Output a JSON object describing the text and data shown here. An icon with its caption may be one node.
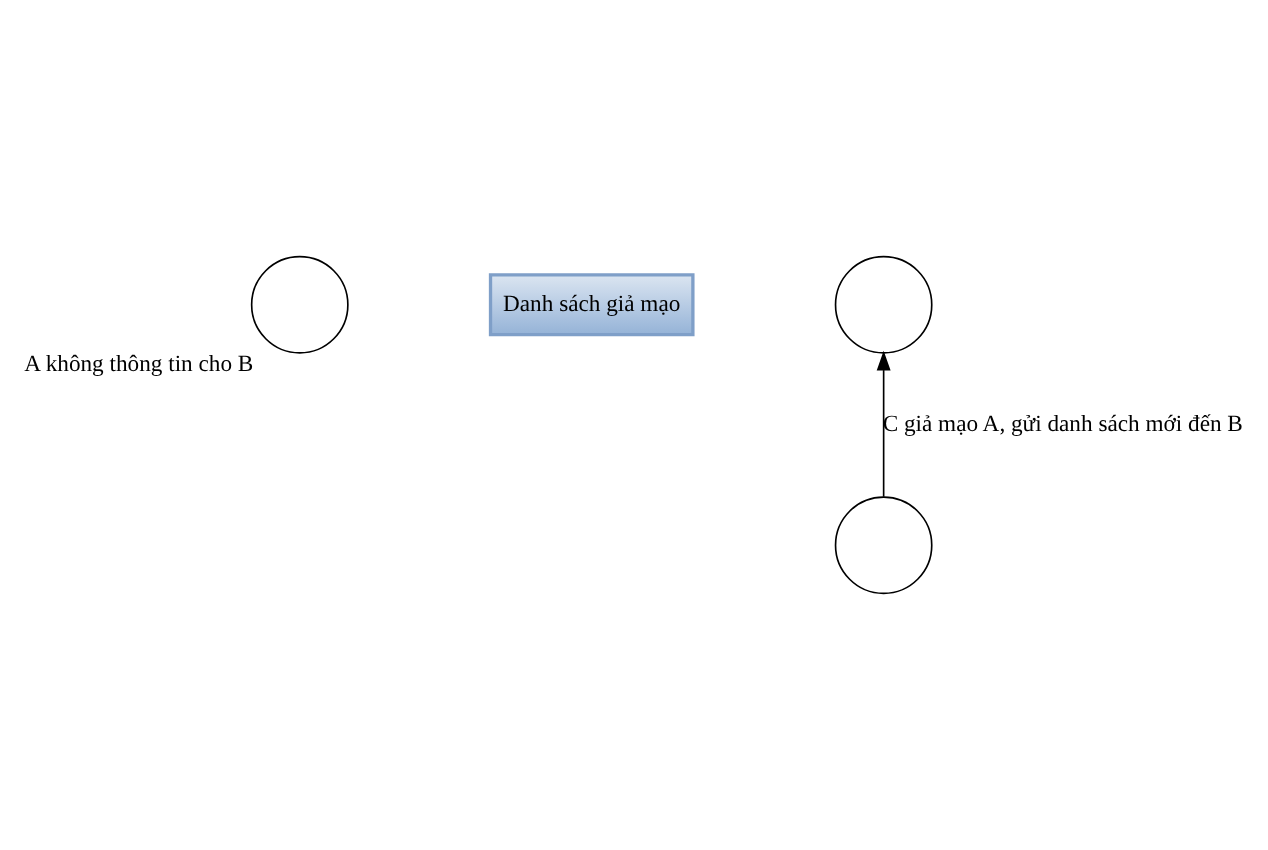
{
  "diagram": {
    "nodes": [
      {
        "text": [],
        "shape": "circle",
        "beside": [
          "A không thông tin cho B"
        ]
      },
      {
        "text": [
          "Danh sách giả mạo"
        ]
      },
      {
        "text": [],
        "shape": "circle"
      },
      {
        "text": [],
        "shape": "circle"
      }
    ],
    "edges": [
      {
        "from": 3,
        "to": 2,
        "arrow": "to",
        "label": "C giả mạo A, gửi danh sách mới đến B"
      }
    ]
  }
}
